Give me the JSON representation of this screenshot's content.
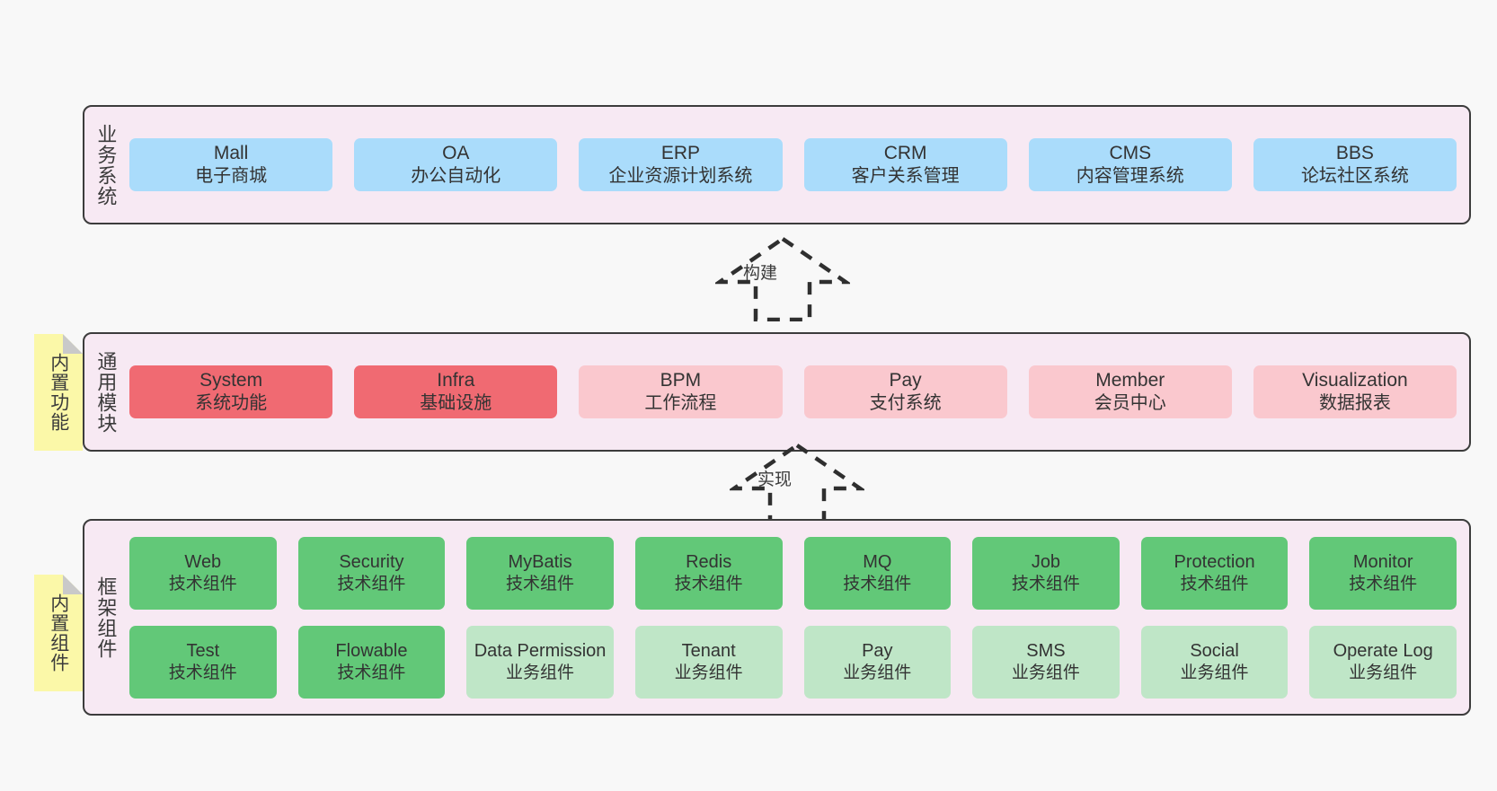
{
  "diagram": {
    "background_color": "#f8f8f8",
    "panel_color": "#f7e9f3",
    "border_color": "#3c3c3c",
    "note_color": "#fbf8a8"
  },
  "layers": [
    {
      "id": "business-system",
      "title": "业务系统",
      "note": null,
      "rows": [
        {
          "nodes": [
            {
              "en": "Mall",
              "cn": "电子商城",
              "color": "#aadcfb",
              "style": "blue"
            },
            {
              "en": "OA",
              "cn": "办公自动化",
              "color": "#aadcfb",
              "style": "blue"
            },
            {
              "en": "ERP",
              "cn": "企业资源计划系统",
              "color": "#aadcfb",
              "style": "blue"
            },
            {
              "en": "CRM",
              "cn": "客户关系管理",
              "color": "#aadcfb",
              "style": "blue"
            },
            {
              "en": "CMS",
              "cn": "内容管理系统",
              "color": "#aadcfb",
              "style": "blue"
            },
            {
              "en": "BBS",
              "cn": "论坛社区系统",
              "color": "#aadcfb",
              "style": "blue"
            }
          ]
        }
      ]
    },
    {
      "id": "common-module",
      "title": "通用模块",
      "note": "内置功能",
      "rows": [
        {
          "nodes": [
            {
              "en": "System",
              "cn": "系统功能",
              "color": "#f06a72",
              "style": "red"
            },
            {
              "en": "Infra",
              "cn": "基础设施",
              "color": "#f06a72",
              "style": "red"
            },
            {
              "en": "BPM",
              "cn": "工作流程",
              "color": "#fac8ce",
              "style": "pink"
            },
            {
              "en": "Pay",
              "cn": "支付系统",
              "color": "#fac8ce",
              "style": "pink"
            },
            {
              "en": "Member",
              "cn": "会员中心",
              "color": "#fac8ce",
              "style": "pink"
            },
            {
              "en": "Visualization",
              "cn": "数据报表",
              "color": "#fac8ce",
              "style": "pink"
            }
          ]
        }
      ]
    },
    {
      "id": "framework-component",
      "title": "框架组件",
      "note": "内置组件",
      "rows": [
        {
          "nodes": [
            {
              "en": "Web",
              "cn": "技术组件",
              "color": "#62c878",
              "style": "green"
            },
            {
              "en": "Security",
              "cn": "技术组件",
              "color": "#62c878",
              "style": "green"
            },
            {
              "en": "MyBatis",
              "cn": "技术组件",
              "color": "#62c878",
              "style": "green"
            },
            {
              "en": "Redis",
              "cn": "技术组件",
              "color": "#62c878",
              "style": "green"
            },
            {
              "en": "MQ",
              "cn": "技术组件",
              "color": "#62c878",
              "style": "green"
            },
            {
              "en": "Job",
              "cn": "技术组件",
              "color": "#62c878",
              "style": "green"
            },
            {
              "en": "Protection",
              "cn": "技术组件",
              "color": "#62c878",
              "style": "green"
            },
            {
              "en": "Monitor",
              "cn": "技术组件",
              "color": "#62c878",
              "style": "green"
            }
          ]
        },
        {
          "nodes": [
            {
              "en": "Test",
              "cn": "技术组件",
              "color": "#62c878",
              "style": "green"
            },
            {
              "en": "Flowable",
              "cn": "技术组件",
              "color": "#62c878",
              "style": "green"
            },
            {
              "en": "Data Permission",
              "cn": "业务组件",
              "color": "#bfe6c7",
              "style": "lgreen"
            },
            {
              "en": "Tenant",
              "cn": "业务组件",
              "color": "#bfe6c7",
              "style": "lgreen"
            },
            {
              "en": "Pay",
              "cn": "业务组件",
              "color": "#bfe6c7",
              "style": "lgreen"
            },
            {
              "en": "SMS",
              "cn": "业务组件",
              "color": "#bfe6c7",
              "style": "lgreen"
            },
            {
              "en": "Social",
              "cn": "业务组件",
              "color": "#bfe6c7",
              "style": "lgreen"
            },
            {
              "en": "Operate Log",
              "cn": "业务组件",
              "color": "#bfe6c7",
              "style": "lgreen"
            }
          ]
        }
      ]
    }
  ],
  "connectors": [
    {
      "id": "build",
      "label": "构建",
      "from": "common-module",
      "to": "business-system"
    },
    {
      "id": "implement",
      "label": "实现",
      "from": "framework-component",
      "to": "common-module"
    }
  ]
}
